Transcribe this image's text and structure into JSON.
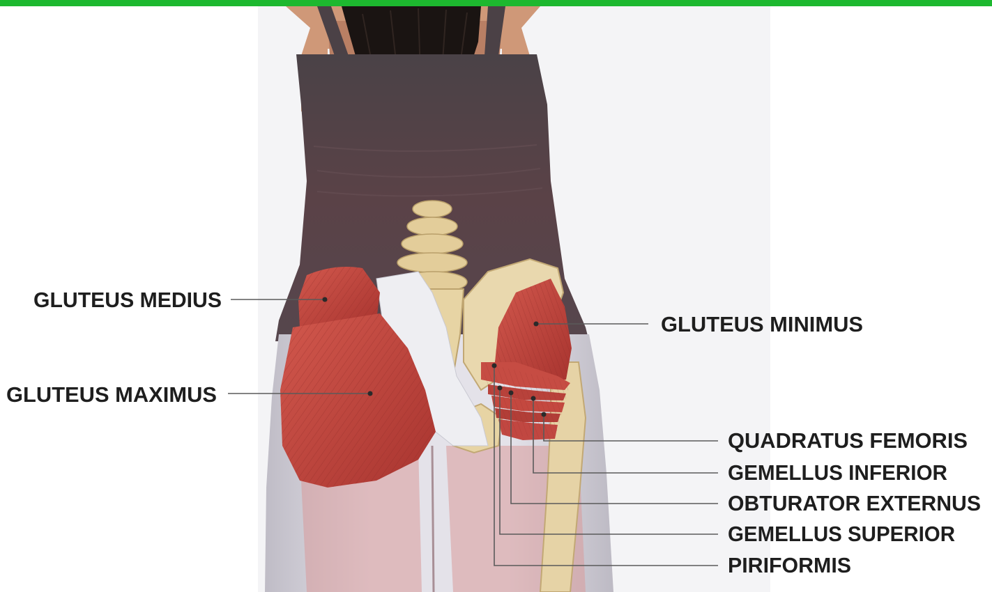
{
  "colors": {
    "top_bar": "#1db82f",
    "skin": "#cf9878",
    "top_garment": "#4b4146",
    "leggings": "#d9d7df",
    "muscle": "#c4483f",
    "muscle_dark": "#9e2f2c",
    "bone": "#e7d4a4",
    "hair": "#1a1412",
    "label_text": "#1e1e1e",
    "leader_line": "#5a5a5a"
  },
  "labels": {
    "gluteus_medius": "GLUTEUS MEDIUS",
    "gluteus_maximus": "GLUTEUS MAXIMUS",
    "gluteus_minimus": "GLUTEUS MINIMUS",
    "quadratus_femoris": "QUADRATUS FEMORIS",
    "gemellus_inferior": "GEMELLUS INFERIOR",
    "obturator_externus": "OBTURATOR EXTERNUS",
    "gemellus_superior": "GEMELLUS SUPERIOR",
    "piriformis": "PIRIFORMIS"
  }
}
